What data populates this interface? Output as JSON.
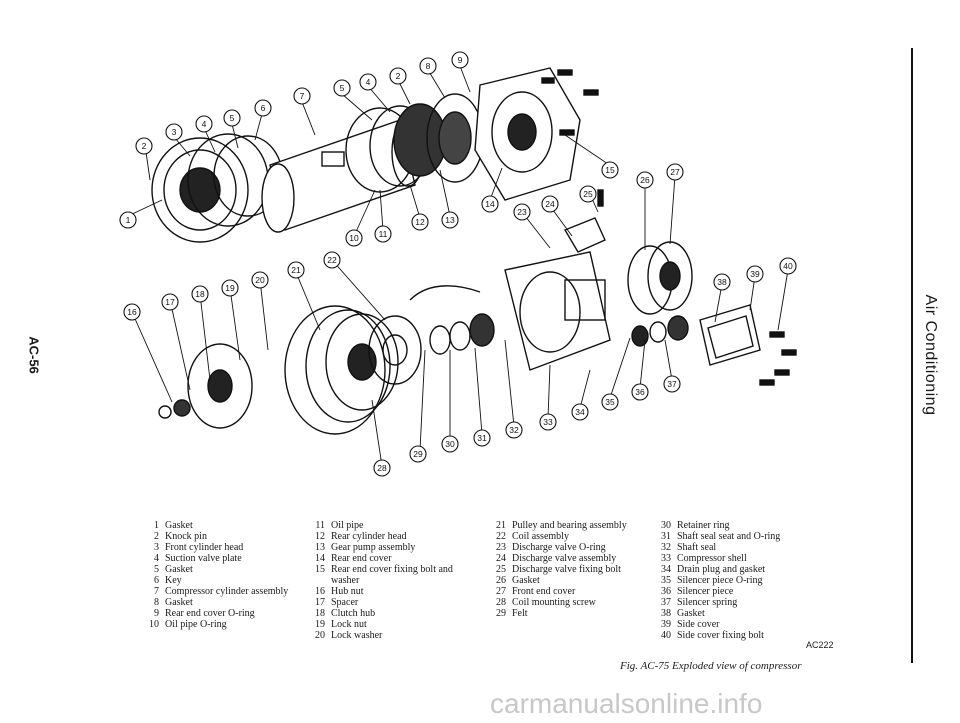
{
  "side_title": "Air Conditioning",
  "page_number": "AC-56",
  "figure_code": "AC222",
  "caption": "Fig. AC-75 Exploded view of compressor",
  "watermark": "carmanualsonline.info",
  "callouts": [
    "1",
    "2",
    "3",
    "4",
    "5",
    "6",
    "7",
    "8",
    "9",
    "10",
    "11",
    "12",
    "13",
    "14",
    "15",
    "16",
    "17",
    "18",
    "19",
    "20",
    "21",
    "22",
    "23",
    "24",
    "25",
    "26",
    "27",
    "28",
    "29",
    "30",
    "31",
    "32",
    "33",
    "34",
    "35",
    "36",
    "37",
    "38",
    "39",
    "40"
  ],
  "legend": [
    [
      {
        "num": "1",
        "text": "Gasket"
      },
      {
        "num": "2",
        "text": "Knock pin"
      },
      {
        "num": "3",
        "text": "Front cylinder head"
      },
      {
        "num": "4",
        "text": "Suction valve plate"
      },
      {
        "num": "5",
        "text": "Gasket"
      },
      {
        "num": "6",
        "text": "Key"
      },
      {
        "num": "7",
        "text": "Compressor cylinder assembly"
      },
      {
        "num": "8",
        "text": "Gasket"
      },
      {
        "num": "9",
        "text": "Rear end cover O-ring"
      },
      {
        "num": "10",
        "text": "Oil pipe O-ring"
      }
    ],
    [
      {
        "num": "11",
        "text": "Oil pipe"
      },
      {
        "num": "12",
        "text": "Rear cylinder head"
      },
      {
        "num": "13",
        "text": "Gear pump assembly"
      },
      {
        "num": "14",
        "text": "Rear end cover"
      },
      {
        "num": "15",
        "text": "Rear end cover fixing bolt and washer"
      },
      {
        "num": "16",
        "text": "Hub nut"
      },
      {
        "num": "17",
        "text": "Spacer"
      },
      {
        "num": "18",
        "text": "Clutch hub"
      },
      {
        "num": "19",
        "text": "Lock nut"
      },
      {
        "num": "20",
        "text": "Lock washer"
      }
    ],
    [
      {
        "num": "21",
        "text": "Pulley and bearing assembly"
      },
      {
        "num": "22",
        "text": "Coil assembly"
      },
      {
        "num": "23",
        "text": "Discharge valve O-ring"
      },
      {
        "num": "24",
        "text": "Discharge valve assembly"
      },
      {
        "num": "25",
        "text": "Discharge valve fixing bolt"
      },
      {
        "num": "26",
        "text": "Gasket"
      },
      {
        "num": "27",
        "text": "Front end cover"
      },
      {
        "num": "28",
        "text": "Coil mounting screw"
      },
      {
        "num": "29",
        "text": "Felt"
      }
    ],
    [
      {
        "num": "30",
        "text": "Retainer ring"
      },
      {
        "num": "31",
        "text": "Shaft seal seat and O-ring"
      },
      {
        "num": "32",
        "text": "Shaft seal"
      },
      {
        "num": "33",
        "text": "Compressor shell"
      },
      {
        "num": "34",
        "text": "Drain plug and gasket"
      },
      {
        "num": "35",
        "text": "Silencer piece O-ring"
      },
      {
        "num": "36",
        "text": "Silencer piece"
      },
      {
        "num": "37",
        "text": "Silencer spring"
      },
      {
        "num": "38",
        "text": "Gasket"
      },
      {
        "num": "39",
        "text": "Side cover"
      },
      {
        "num": "40",
        "text": "Side cover fixing bolt"
      }
    ]
  ]
}
